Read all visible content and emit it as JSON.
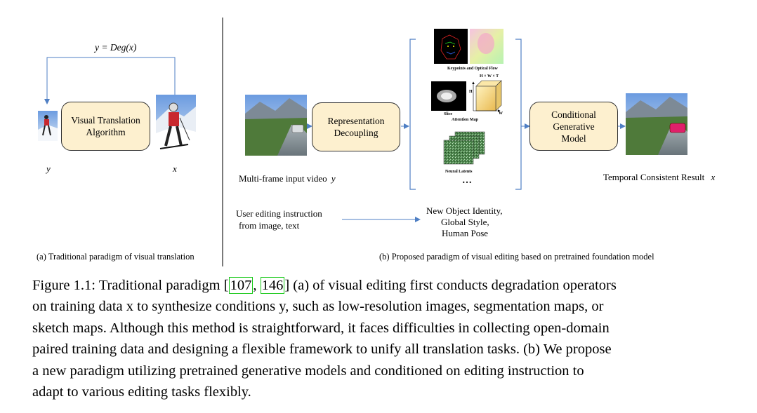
{
  "left_panel": {
    "formula": "y = Deg(x)",
    "box_label": "Visual Translation\nAlgorithm",
    "var_y": "y",
    "var_x": "x",
    "subcaption": "(a) Traditional paradigm of visual translation"
  },
  "right_panel": {
    "input_label": "Multi-frame input video",
    "input_var": "y",
    "representation_box": "Representation\nDecoupling",
    "keypoints_label": "Keypoints and Optical Flow",
    "hwt_label": "H × W × T",
    "h_label": "H",
    "w_label": "W",
    "attention_label": "Attention Map",
    "slice_label": "Slice",
    "latents_label": "Neural Latents",
    "ellipsis": "…",
    "generative_box": "Conditional\nGenerative\nModel",
    "result_label": "Temporal Consistent Result",
    "result_var": "x",
    "instruction_line1": "User editing instruction",
    "instruction_line2": "from image, text",
    "identity_line1": "New Object Identity,",
    "identity_line2": "Global Style,",
    "identity_line3": "Human Pose",
    "subcaption": "(b) Proposed paradigm of visual editing based on pretrained foundation model"
  },
  "caption": {
    "line1_a": "Figure 1.1: Traditional paradigm [",
    "ref1": "107",
    "ref_sep": ", ",
    "ref2": "146",
    "line1_b": "] (a) of visual editing first conducts degradation operators",
    "line2": "on training data x to synthesize conditions y, such as low-resolution images, segmentation maps, or",
    "line3": "sketch maps. Although this method is straightforward, it faces difficulties in collecting open-domain",
    "line4": "paired training data and designing a flexible framework to unify all translation tasks. (b) We propose",
    "line5": "a new paradigm utilizing pretrained generative models and conditioned on editing instruction to",
    "line6": "adapt to various editing tasks flexibly."
  },
  "colors": {
    "box_fill": "#fdf0cf",
    "arrow_blue": "#4f7fc4",
    "ref_border": "#19c919"
  }
}
